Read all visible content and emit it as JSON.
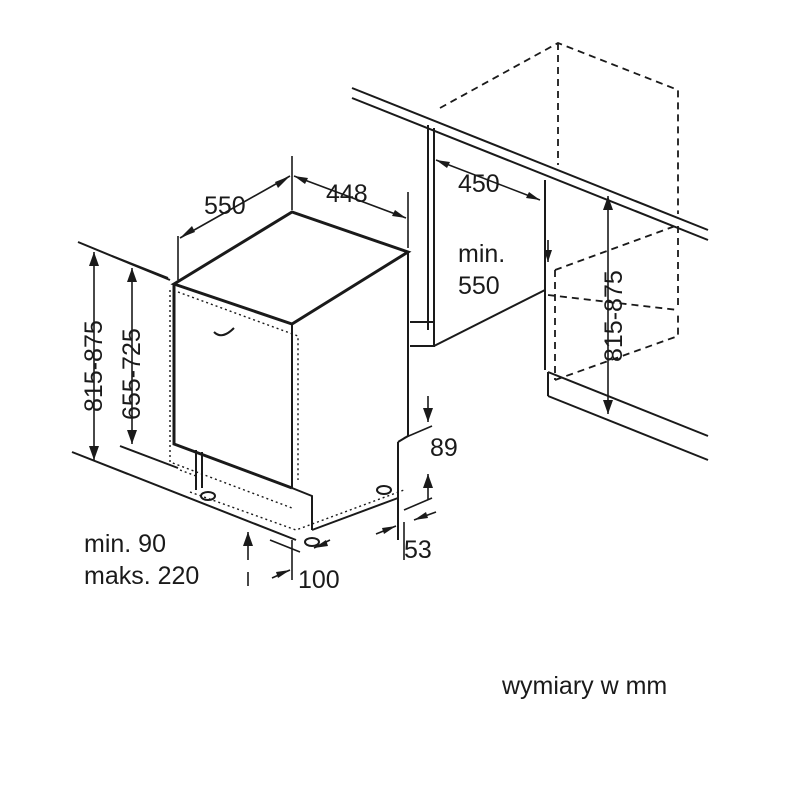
{
  "dimensions": {
    "depth_top": "550",
    "width_top": "448",
    "niche_width": "450",
    "niche_depth_min_label": "min.",
    "niche_depth_min_value": "550",
    "niche_height": "815-875",
    "height_total": "815-875",
    "height_door": "655-725",
    "plinth_height": "89",
    "plinth_depth": "53",
    "toe_kick_min": "min. 90",
    "toe_kick_max": "maks. 220",
    "foot_offset": "100"
  },
  "units_note": "wymiary w mm",
  "colors": {
    "line": "#1a1a1a",
    "background": "#ffffff"
  }
}
